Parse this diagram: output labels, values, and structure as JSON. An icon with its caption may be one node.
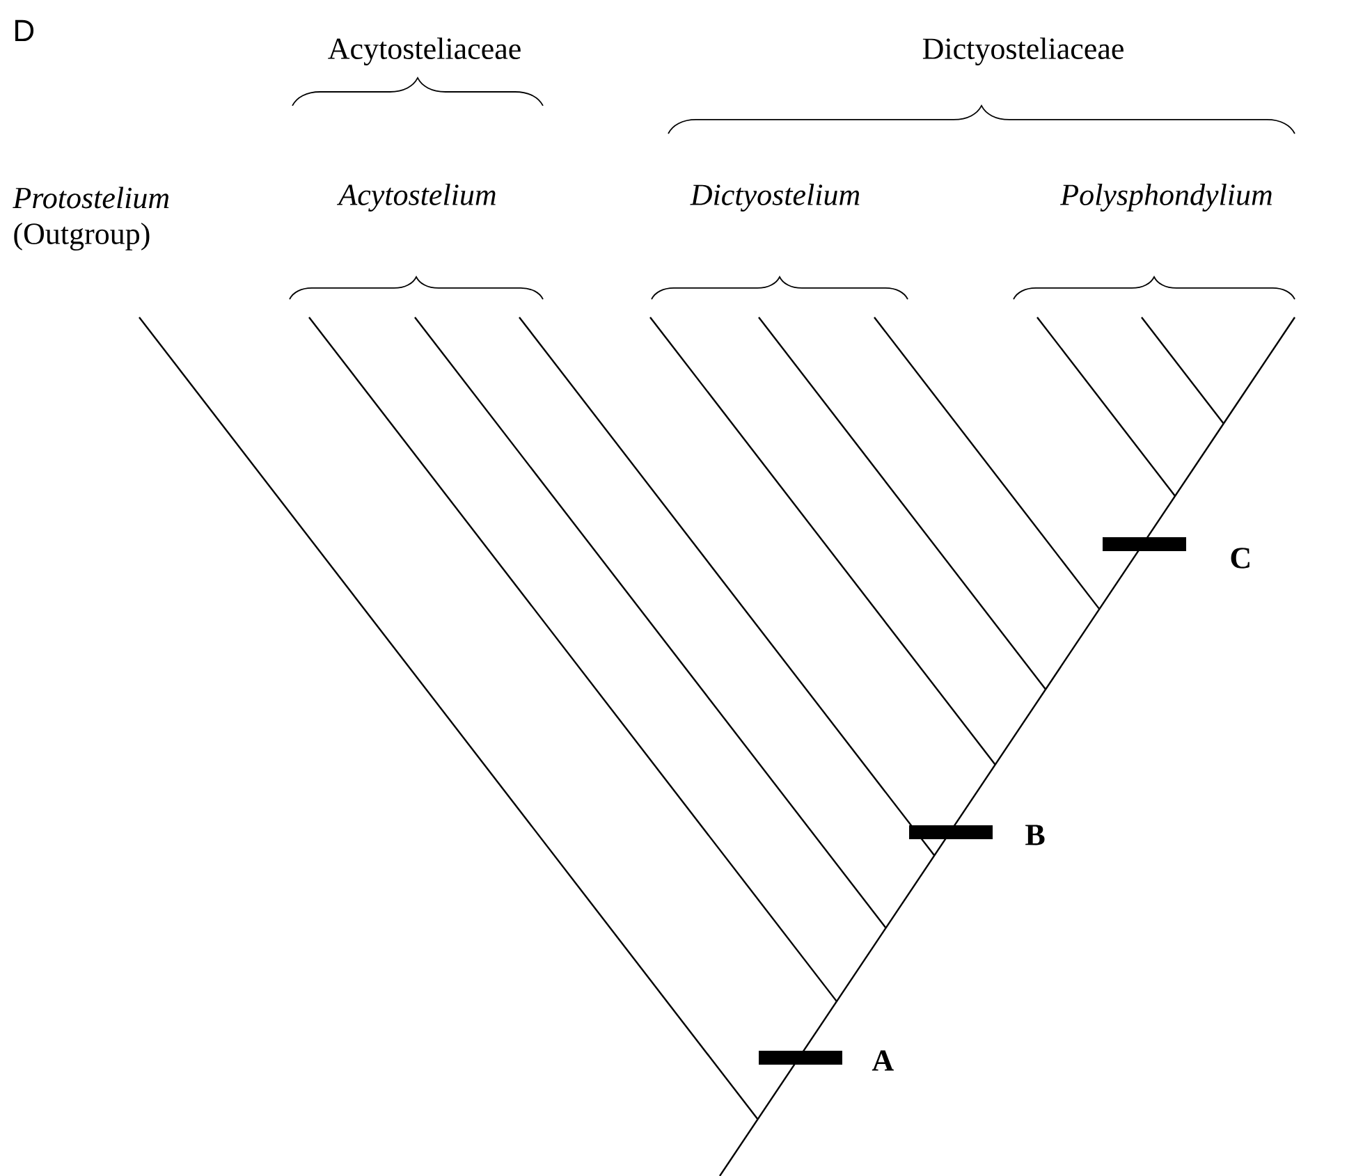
{
  "diagram": {
    "labels": [
      "D",
      "Acytosteliaceae",
      "Dictyosteliaceae",
      "Protostelium",
      "Acytostelium",
      "Dictyostelium",
      "Polysphondylium",
      "(Outgroup)",
      "C",
      "B",
      "A"
    ]
  }
}
